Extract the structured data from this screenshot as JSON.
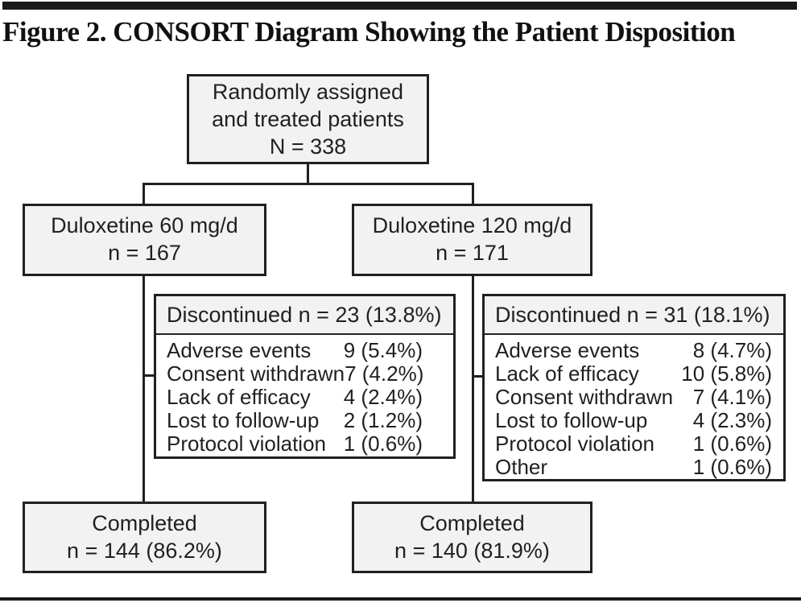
{
  "title": "Figure 2. CONSORT Diagram Showing the Patient Disposition",
  "diagram": {
    "top_box": {
      "lines": [
        "Randomly assigned",
        "and treated patients",
        "N = 338"
      ]
    },
    "arms": [
      {
        "arm_box": {
          "lines": [
            "Duloxetine 60 mg/d",
            "n = 167"
          ]
        },
        "discontinued": {
          "header": "Discontinued n = 23 (13.8%)",
          "reasons": [
            {
              "label": "Adverse events",
              "value": "9 (5.4%)"
            },
            {
              "label": "Consent withdrawn",
              "value": "7 (4.2%)"
            },
            {
              "label": "Lack of efficacy",
              "value": "4 (2.4%)"
            },
            {
              "label": "Lost to follow-up",
              "value": "2 (1.2%)"
            },
            {
              "label": "Protocol violation",
              "value": "1 (0.6%)"
            }
          ]
        },
        "completed_box": {
          "lines": [
            "Completed",
            "n = 144 (86.2%)"
          ]
        }
      },
      {
        "arm_box": {
          "lines": [
            "Duloxetine 120 mg/d",
            "n = 171"
          ]
        },
        "discontinued": {
          "header": "Discontinued n = 31 (18.1%)",
          "reasons": [
            {
              "label": "Adverse events",
              "value": "8 (4.7%)"
            },
            {
              "label": "Lack of efficacy",
              "value": "10 (5.8%)"
            },
            {
              "label": "Consent withdrawn",
              "value": "7 (4.1%)"
            },
            {
              "label": "Lost to follow-up",
              "value": "4 (2.3%)"
            },
            {
              "label": "Protocol violation",
              "value": "1 (0.6%)"
            },
            {
              "label": "Other",
              "value": "1 (0.6%)"
            }
          ]
        },
        "completed_box": {
          "lines": [
            "Completed",
            "n = 140 (81.9%)"
          ]
        }
      }
    ]
  },
  "colors": {
    "box_fill": "#f2f2f2",
    "border": "#231f20",
    "text": "#231f20",
    "rule": "#1a1a1a",
    "list_fill": "#ffffff"
  }
}
